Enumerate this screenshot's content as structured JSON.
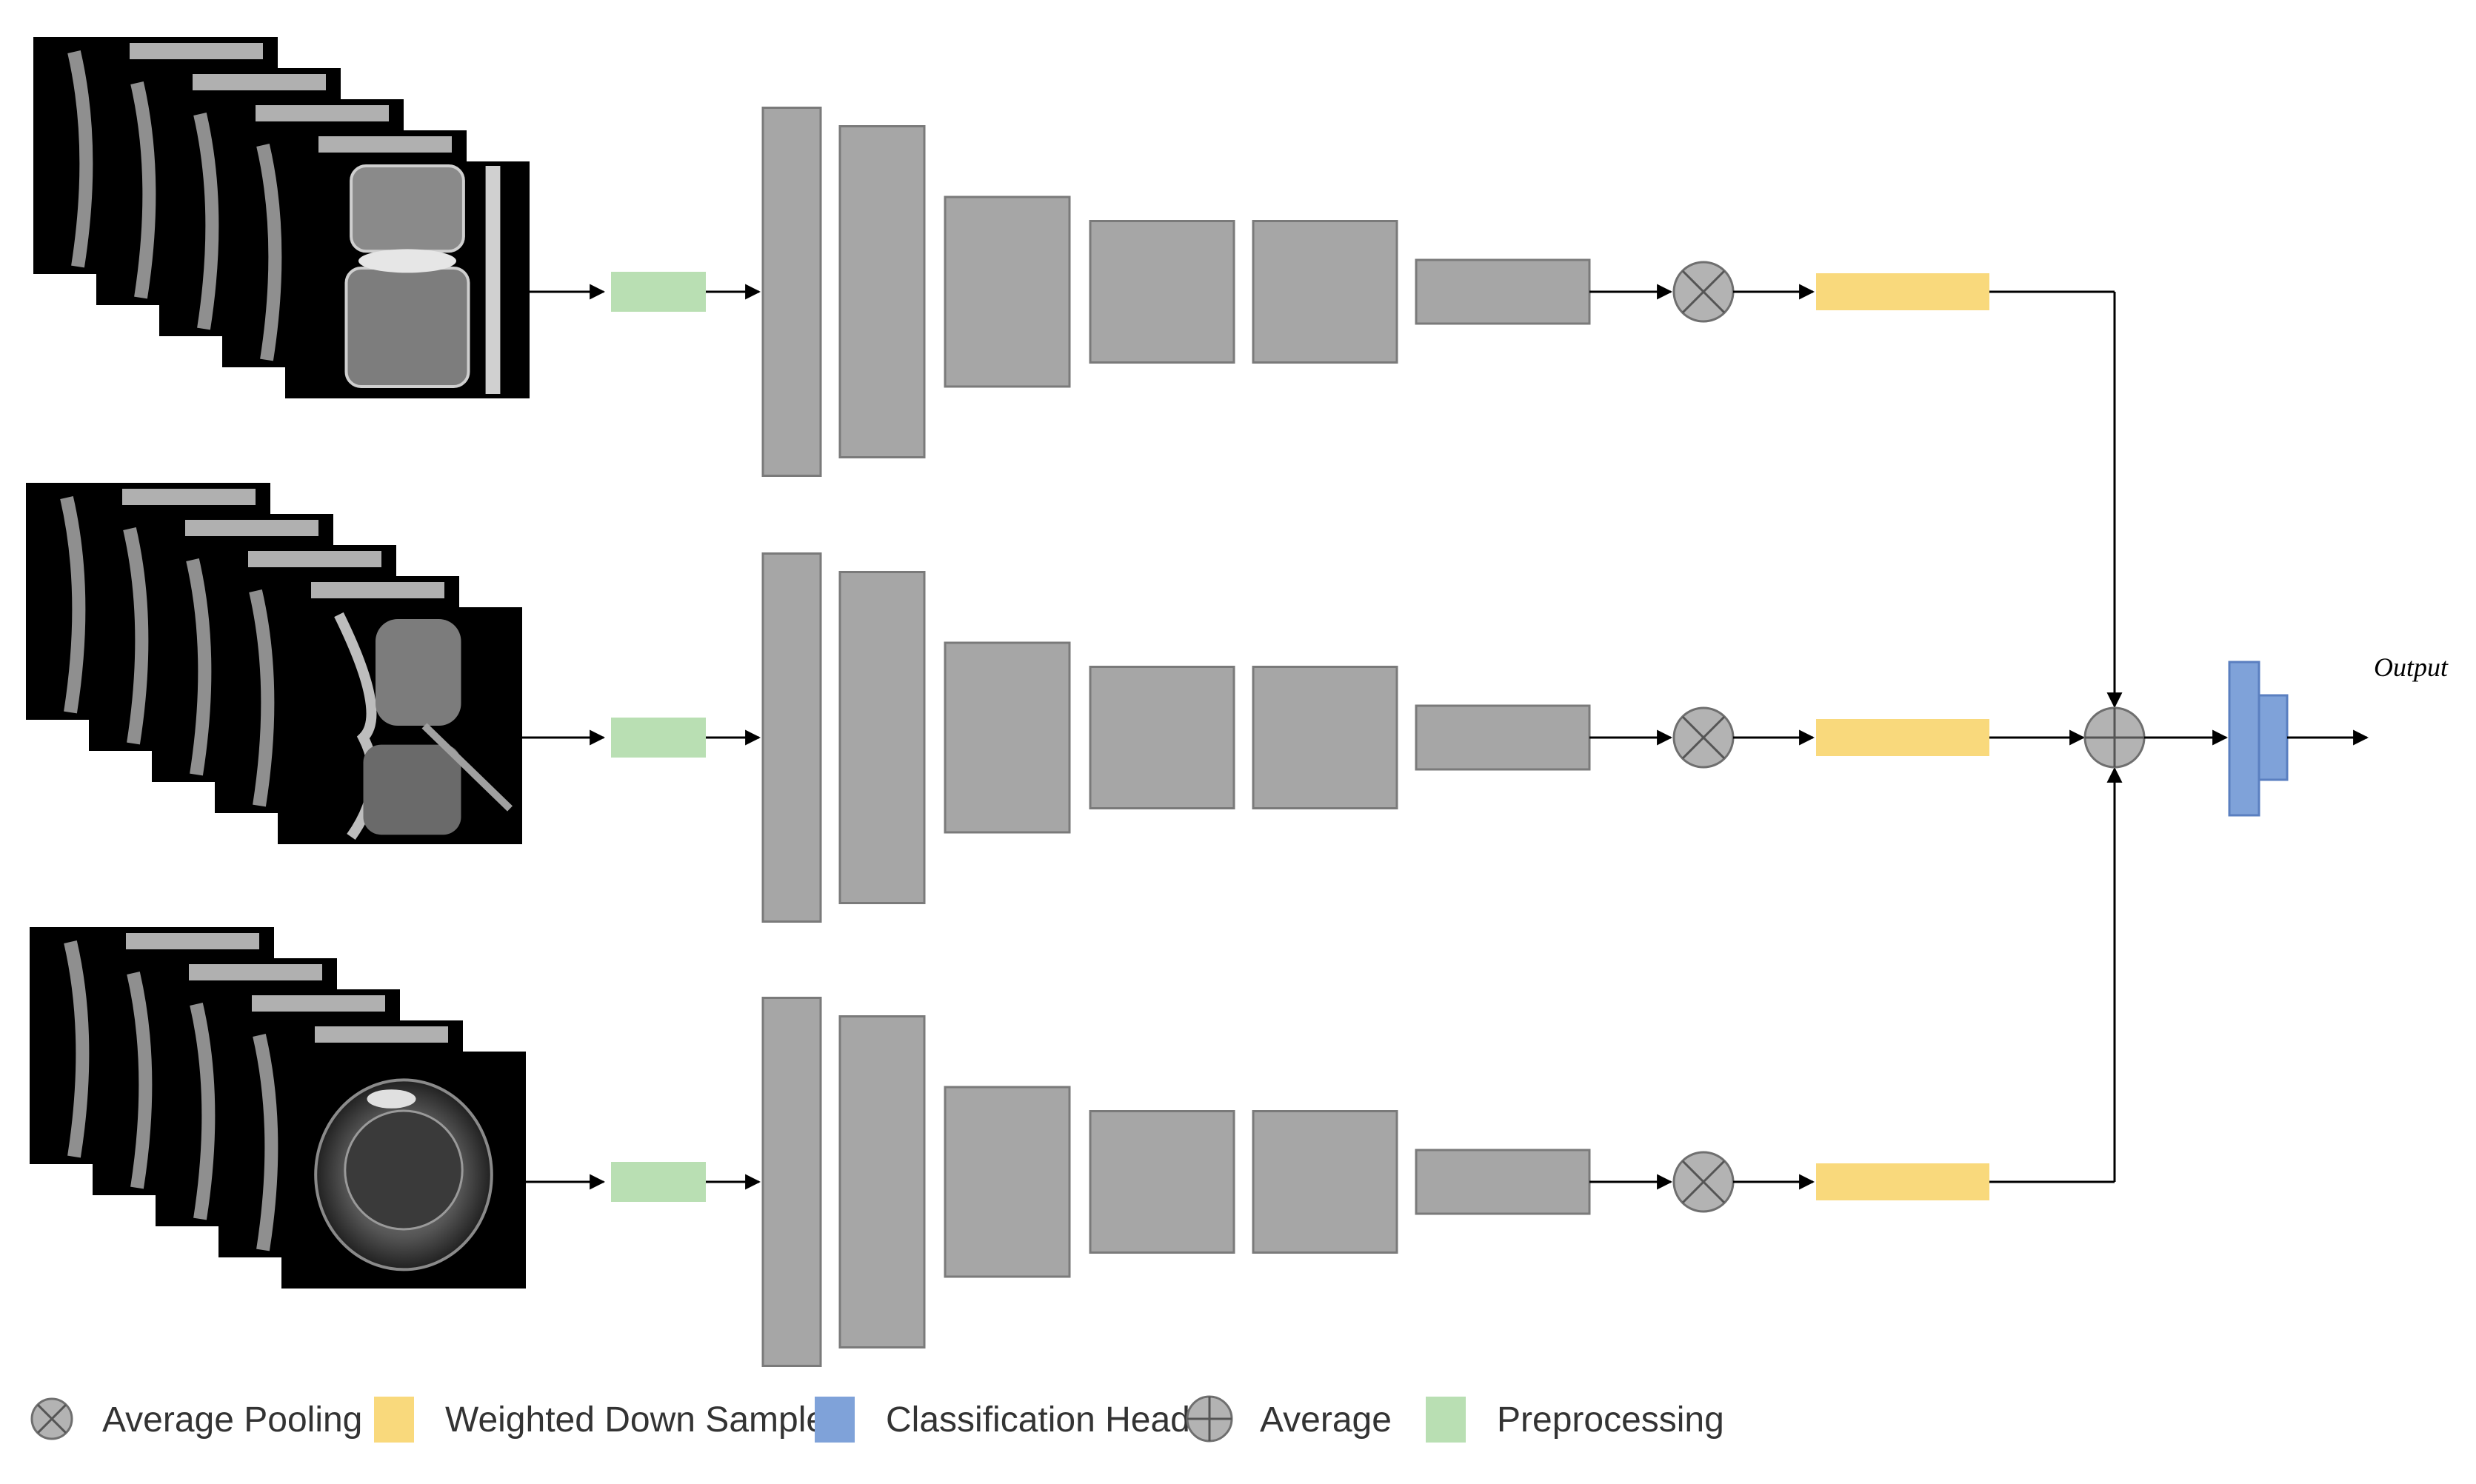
{
  "colors": {
    "layer_fill": "#a6a6a6",
    "layer_stroke": "#7a7a7a",
    "preprocessing": "#b9dfb3",
    "weighted_down_sample": "#f9d97c",
    "classification_head": "#7fa2d9",
    "pool_node": "#b3b3b3",
    "connector": "#000000",
    "background": "#ffffff"
  },
  "branches": [
    {
      "view": "coronal",
      "slices": 5
    },
    {
      "view": "sagittal",
      "slices": 5
    },
    {
      "view": "axial",
      "slices": 5
    }
  ],
  "nodes": {
    "pooling_icon": "circle-times-icon",
    "average_icon": "circle-plus-icon"
  },
  "output_label": "Output",
  "legend": {
    "items": [
      {
        "key": "pooling",
        "icon": "circle-times-icon",
        "label": "Average Pooling"
      },
      {
        "key": "wds",
        "icon": "yellow-square-icon",
        "label": "Weighted Down Sample"
      },
      {
        "key": "head",
        "icon": "blue-square-icon",
        "label": "Classification Head"
      },
      {
        "key": "average",
        "icon": "circle-plus-icon",
        "label": "Average"
      },
      {
        "key": "prep",
        "icon": "green-square-icon",
        "label": "Preprocessing"
      }
    ]
  }
}
